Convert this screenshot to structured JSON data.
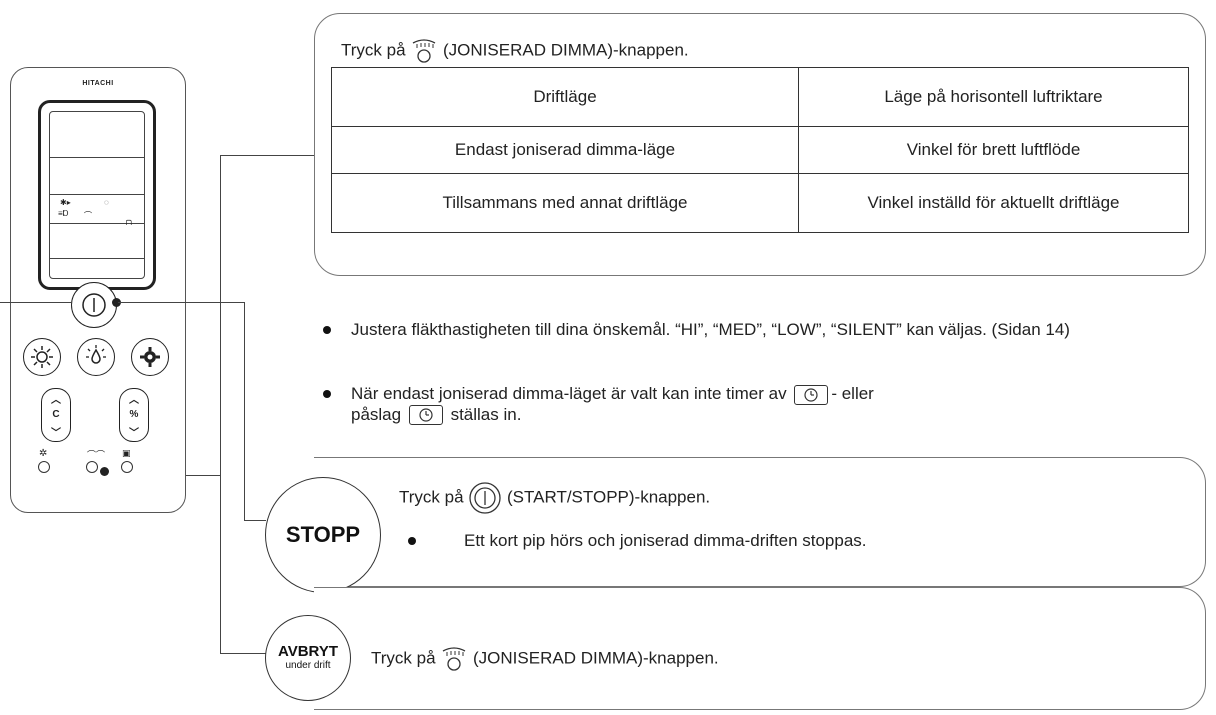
{
  "remote": {
    "brand": "HITACHI"
  },
  "panel_ionized_mist": {
    "press_prefix": "Tryck på",
    "press_suffix": "(JONISERAD DIMMA)-knappen.",
    "icon": "ionized-mist-button-icon",
    "table": {
      "headers": [
        "Driftläge",
        "Läge på horisontell luftriktare"
      ],
      "rows": [
        [
          "Endast joniserad dimma-läge",
          "Vinkel för brett luftflöde"
        ],
        [
          "Tillsammans med annat driftläge",
          "Vinkel inställd för aktuellt driftläge"
        ]
      ]
    }
  },
  "bullets": {
    "fan_speed": "Justera fläkthastigheten till dina önskemål.  “HI”, “MED”, “LOW”, “SILENT” kan väljas. (Sidan 14)",
    "timer_part1": "När endast joniserad dimma-läget är valt kan inte timer av",
    "timer_part2": "- eller",
    "timer_part3": "påslag",
    "timer_part4": "ställas in."
  },
  "stop_section": {
    "badge": "STOPP",
    "press_prefix": "Tryck på",
    "press_suffix": "(START/STOPP)-knappen.",
    "bullet": "Ett kort pip hörs och joniserad dimma-driften stoppas."
  },
  "cancel_section": {
    "badge_title": "AVBRYT",
    "badge_sub": "under drift",
    "press_prefix": "Tryck på",
    "press_suffix": "(JONISERAD DIMMA)-knappen."
  }
}
